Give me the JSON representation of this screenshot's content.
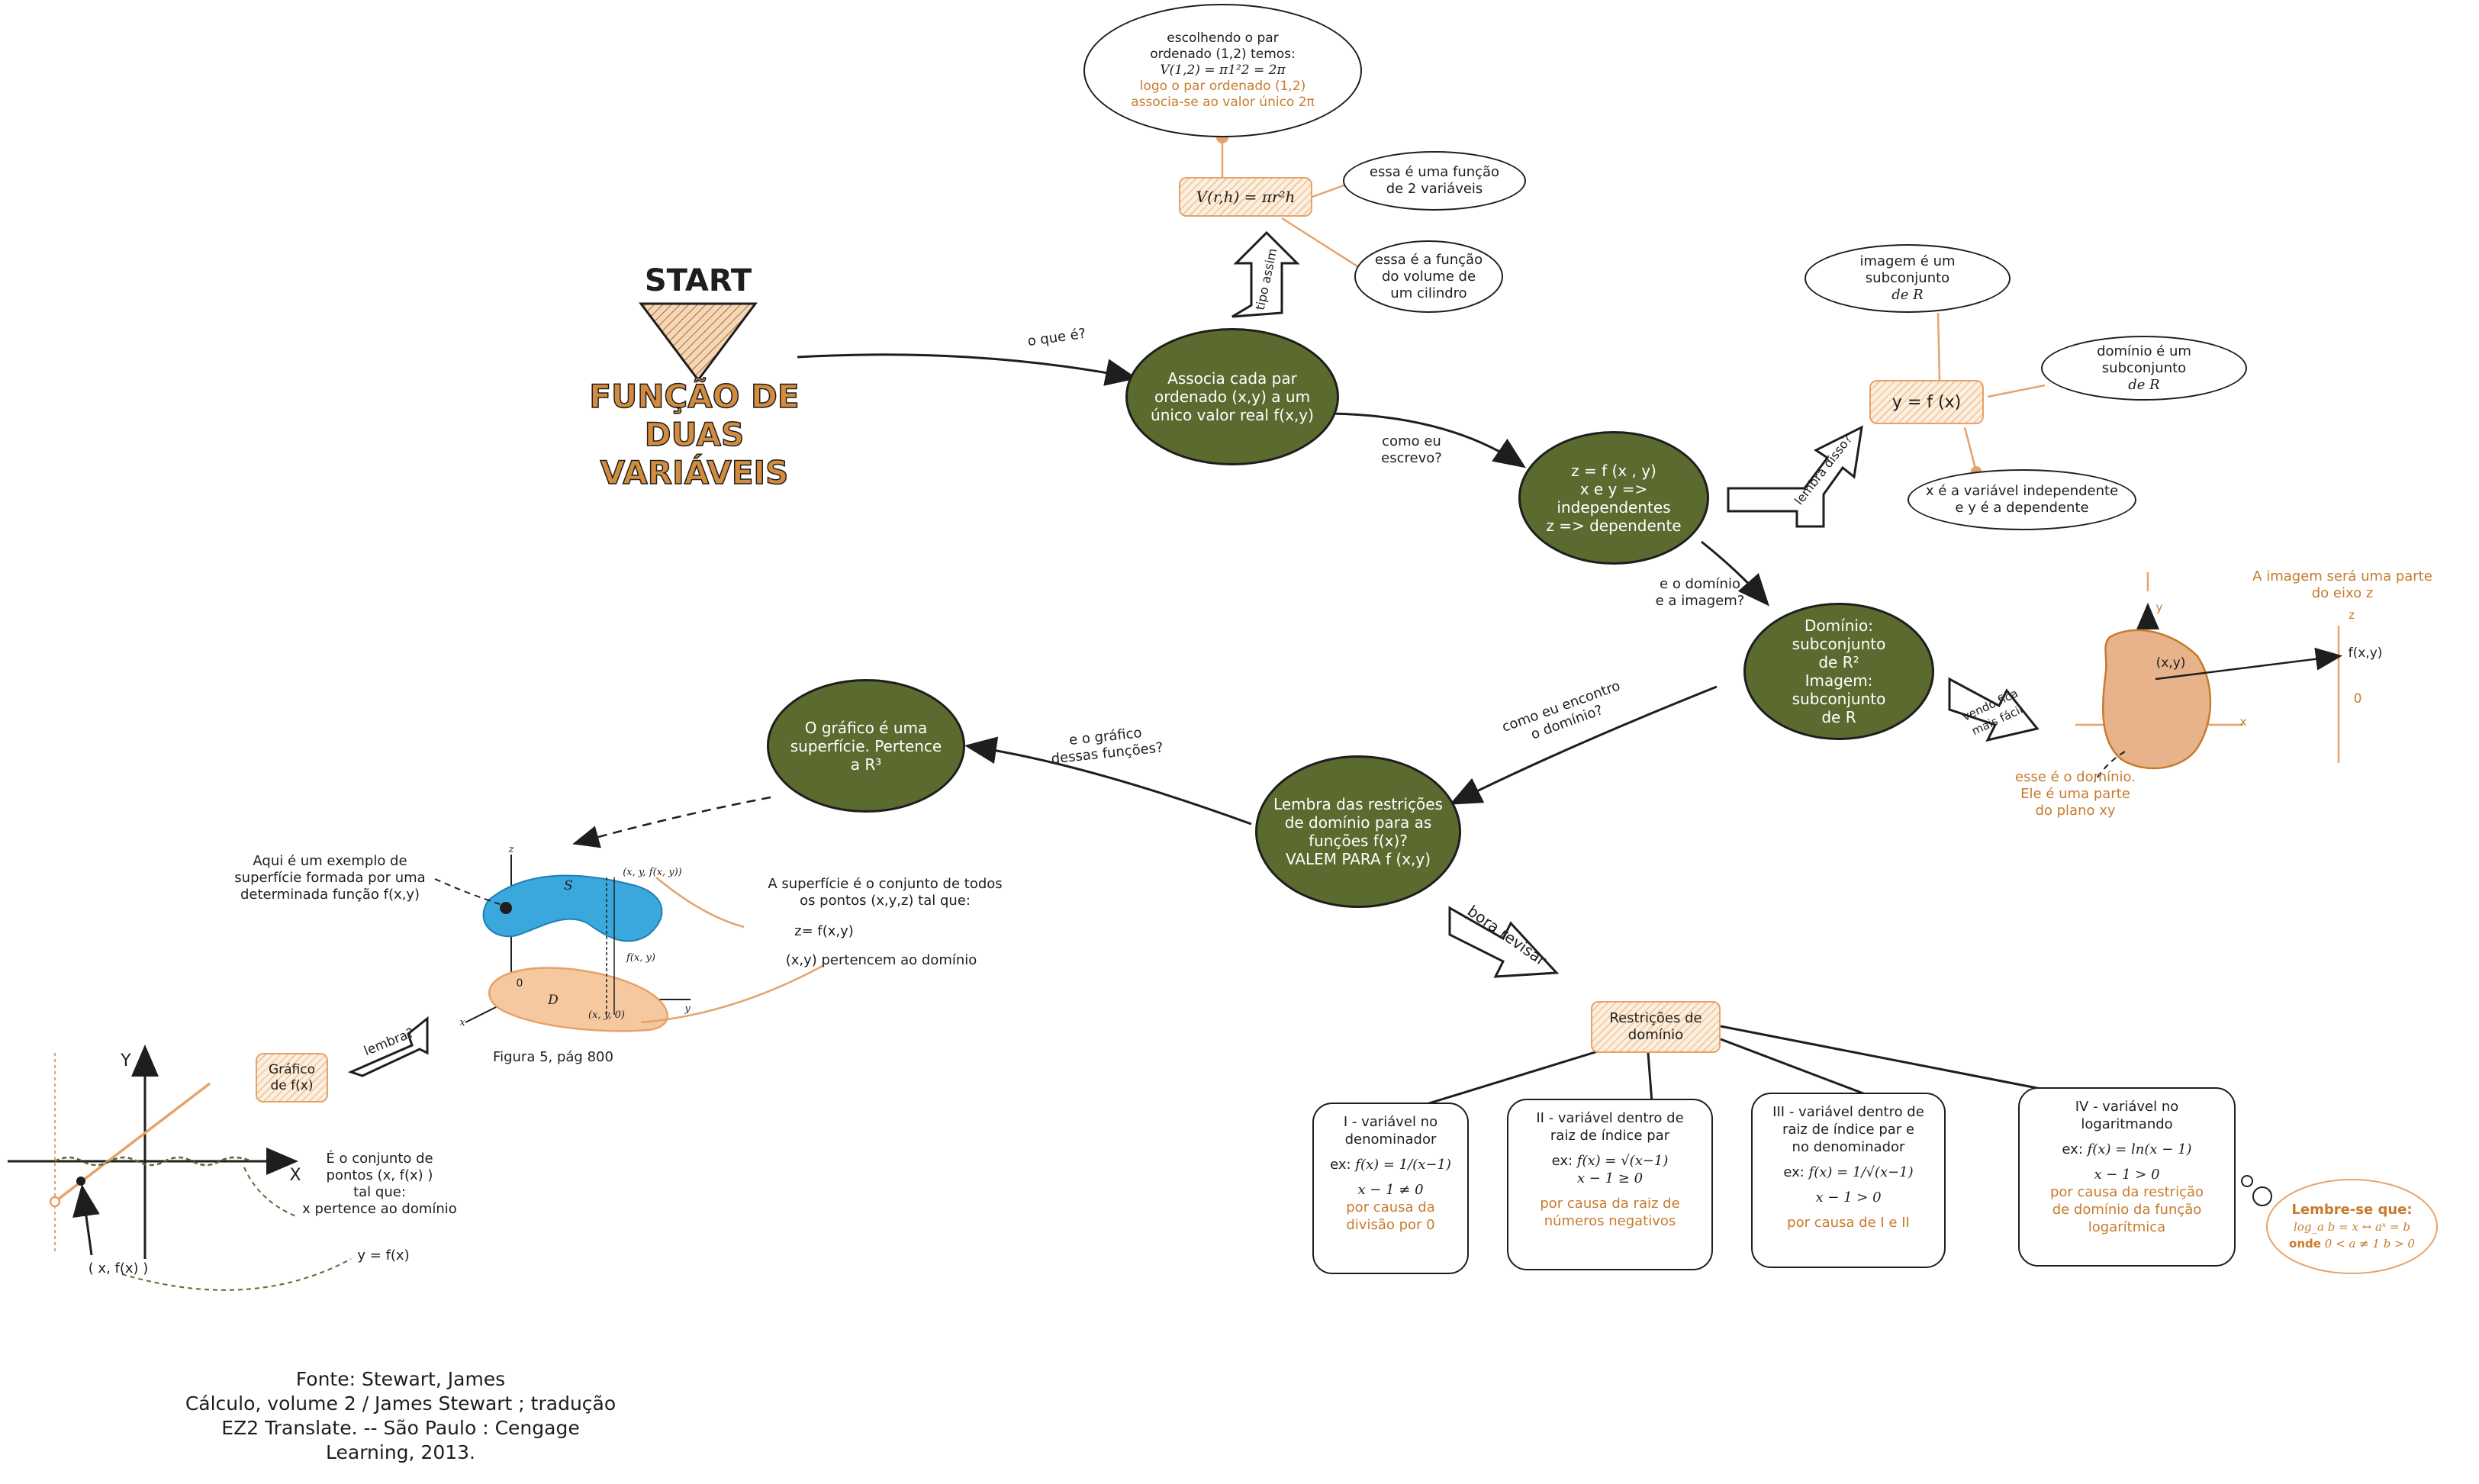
{
  "title": {
    "start": "START",
    "main_line1": "FUNÇÃO DE DUAS",
    "main_line2": "VARIÁVEIS"
  },
  "edges": {
    "o_que_e": "o que é?",
    "como_eu_escrevo_1": "como eu",
    "como_eu_escrevo_2": "escrevo?",
    "dominio_imagem_1": "e o domínio",
    "dominio_imagem_2": "e a imagem?",
    "como_encontro_1": "como eu encontro",
    "como_encontro_2": "o domínio?",
    "grafico_1": "e o gráfico",
    "grafico_2": "dessas funções?"
  },
  "arrows": {
    "tipo_assim": "tipo assim",
    "lembra_disso": "lembra disso?",
    "vendo_fica": "vendo fica mais fácil",
    "bora_revisar": "bora revisar",
    "lembra": "lembra?"
  },
  "nodes": {
    "associa": [
      "Associa cada par",
      "ordenado (x,y) a um",
      "único valor real f(x,y)"
    ],
    "z_eq": [
      "z = f (x , y)",
      "x e y => independentes",
      "z => dependente"
    ],
    "dominio": [
      "Domínio: subconjunto",
      "de R²",
      "Imagem: subconjunto",
      "de R"
    ],
    "restricoes": [
      "Lembra das restrições",
      "de domínio para as",
      "funções f(x)?",
      "VALEM PARA f (x,y)"
    ],
    "grafico": [
      "O gráfico é uma",
      "superfície. Pertence",
      "a R³"
    ]
  },
  "example": {
    "bubble": [
      "escolhendo o par",
      "ordenado (1,2) temos:"
    ],
    "formula": "V(1,2) = π1²2 = 2π",
    "conclusion": [
      "logo o par ordenado (1,2)",
      "associa-se ao valor único 2π"
    ],
    "box": "V(r,h) = πr²h",
    "note1": [
      "essa é uma função",
      "de 2 variáveis"
    ],
    "note2": [
      "essa é a função",
      "do volume de",
      "um cilindro"
    ]
  },
  "y_fx": {
    "box": "y = f (x)",
    "imagem": [
      "imagem é um subconjunto",
      "de R"
    ],
    "dominio": [
      "domínio é um subconjunto",
      "de R"
    ],
    "variaveis": [
      "x é a variável independente",
      "e y é a dependente"
    ]
  },
  "domain_plot": {
    "note_top": [
      "A imagem será uma parte",
      "do eixo z"
    ],
    "point": "(x,y)",
    "fxy": "f(x,y)",
    "zero": "0",
    "axis_y": "y",
    "axis_x": "x",
    "axis_z": "z",
    "note_bottom": [
      "esse é o domínio.",
      "Ele é uma parte",
      "do plano xy"
    ]
  },
  "surface": {
    "left_note": [
      "Aqui é um exemplo de",
      "superfície formada por uma",
      "determinada função f(x,y)"
    ],
    "right_note": [
      "A superfície é o conjunto de todos",
      "os pontos (x,y,z) tal que:"
    ],
    "cond1": "z= f(x,y)",
    "cond2": "(x,y) pertencem ao domínio",
    "caption": "Figura 5, pág 800",
    "S": "S",
    "D": "D",
    "pt_top": "(x, y, f(x, y))",
    "pt_mid": "f(x, y)",
    "pt_bot": "(x, y, 0)",
    "ax_z": "z",
    "ax_x": "x",
    "ax_y": "y",
    "zero": "0"
  },
  "graph_fx": {
    "box": [
      "Gráfico",
      "de f(x)"
    ],
    "axis_y": "Y",
    "axis_x": "X",
    "note": [
      "É o conjunto de",
      "pontos (x, f(x) )",
      "tal que:",
      "x pertence ao domínio"
    ],
    "y_eq": "y = f(x)",
    "point": "( x, f(x) )"
  },
  "restrictions": {
    "header": [
      "Restrições de",
      "domínio"
    ],
    "items": [
      {
        "title": [
          "I - variável no",
          "denominador"
        ],
        "ex": "ex:",
        "f": "f(x) = 1/(x−1)",
        "cond": "x − 1 ≠ 0",
        "reason": [
          "por causa da",
          "divisão por 0"
        ]
      },
      {
        "title": [
          "II - variável dentro de",
          "raiz de índice par"
        ],
        "ex": "ex:",
        "f": "f(x) = √(x−1)",
        "cond": "x − 1 ≥ 0",
        "reason": [
          "por causa da raiz de",
          "números negativos"
        ]
      },
      {
        "title": [
          "III - variável dentro de",
          "raiz de índice par e",
          "no denominador"
        ],
        "ex": "ex:",
        "f": "f(x) = 1/√(x−1)",
        "cond": "x − 1 > 0",
        "reason": [
          "por causa de I e II"
        ]
      },
      {
        "title": [
          "IV - variável no",
          "logaritmando"
        ],
        "ex": "ex:",
        "f": "f(x) = ln(x − 1)",
        "cond": "x − 1 > 0",
        "reason": [
          "por causa da restrição",
          "de domínio da função",
          "logarítmica"
        ]
      }
    ],
    "log_note": {
      "title": "Lembre-se que:",
      "rule": "log_a b = x ↔ aˣ = b",
      "onde": "onde",
      "cond": "0 < a ≠ 1  b > 0"
    }
  },
  "source": [
    "Fonte: Stewart, James",
    "Cálculo, volume 2 / James Stewart ; tradução",
    "EZ2 Translate. -- São Paulo : Cengage",
    "Learning, 2013."
  ],
  "colors": {
    "green": "#5b6b2f",
    "orange": "#c77b2c",
    "light_orange": "#e5a36b",
    "fill": "#fdeedd",
    "blue": "#3ba8dd"
  }
}
